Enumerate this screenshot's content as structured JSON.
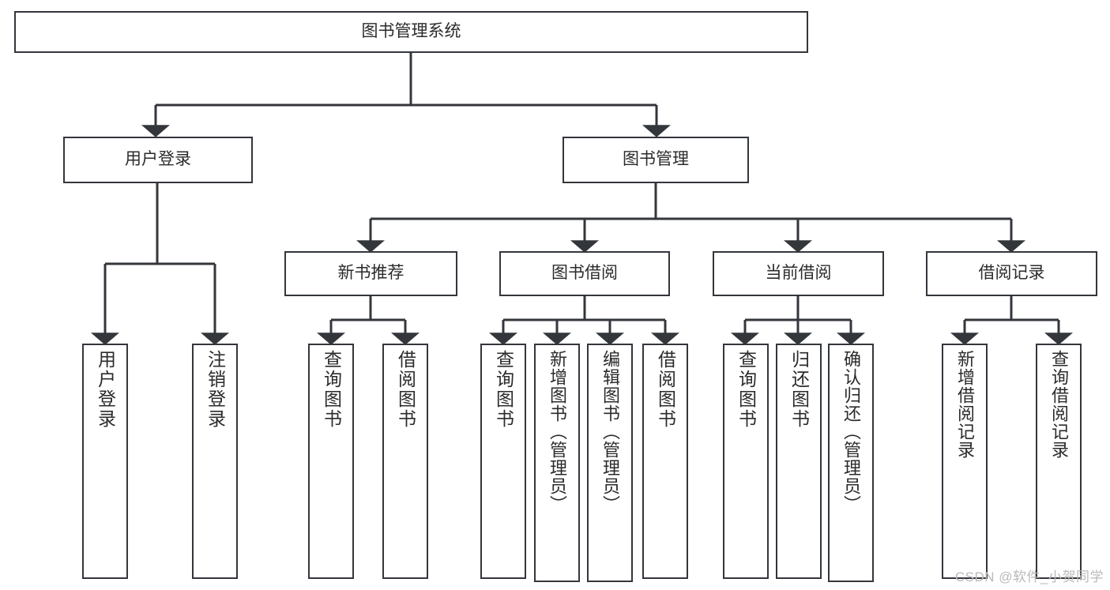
{
  "diagram": {
    "title": "图书管理系统",
    "type": "tree",
    "stroke_color": "#33363b",
    "text_color": "#2b2b2b",
    "background_color": "#ffffff",
    "root": {
      "id": "root",
      "label": "图书管理系统"
    },
    "level2": [
      {
        "id": "user-login",
        "label": "用户登录"
      },
      {
        "id": "book-management",
        "label": "图书管理"
      }
    ],
    "level3": [
      {
        "id": "new-book-recommend",
        "label": "新书推荐"
      },
      {
        "id": "book-borrow",
        "label": "图书借阅"
      },
      {
        "id": "current-borrow",
        "label": "当前借阅"
      },
      {
        "id": "borrow-record",
        "label": "借阅记录"
      }
    ],
    "leaves": {
      "user_login": [
        {
          "id": "leaf-user-login",
          "label": "用户登录"
        },
        {
          "id": "leaf-logout-login",
          "label": "注销登录"
        }
      ],
      "new_book_recommend": [
        {
          "id": "leaf-query-book-1",
          "label": "查询图书"
        },
        {
          "id": "leaf-borrow-book-1",
          "label": "借阅图书"
        }
      ],
      "book_borrow": [
        {
          "id": "leaf-query-book-2",
          "label": "查询图书"
        },
        {
          "id": "leaf-add-book",
          "label": "新增图书（管理员）"
        },
        {
          "id": "leaf-edit-book",
          "label": "编辑图书（管理员）"
        },
        {
          "id": "leaf-borrow-book-2",
          "label": "借阅图书"
        }
      ],
      "current_borrow": [
        {
          "id": "leaf-query-book-3",
          "label": "查询图书"
        },
        {
          "id": "leaf-return-book",
          "label": "归还图书"
        },
        {
          "id": "leaf-confirm-return",
          "label": "确认归还（管理员）"
        }
      ],
      "borrow_record": [
        {
          "id": "leaf-add-record",
          "label": "新增借阅记录"
        },
        {
          "id": "leaf-query-record",
          "label": "查询借阅记录"
        }
      ]
    }
  },
  "watermark": {
    "text": "CSDN @软件_小贺同学"
  }
}
